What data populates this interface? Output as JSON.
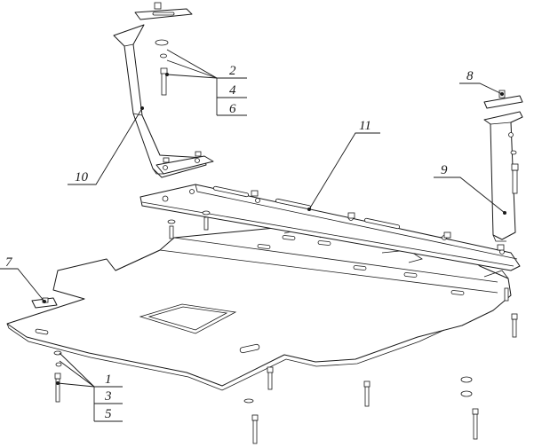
{
  "callouts": [
    {
      "id": "c1",
      "label": "1"
    },
    {
      "id": "c2",
      "label": "2"
    },
    {
      "id": "c3",
      "label": "3"
    },
    {
      "id": "c4",
      "label": "4"
    },
    {
      "id": "c5",
      "label": "5"
    },
    {
      "id": "c6",
      "label": "6"
    },
    {
      "id": "c7",
      "label": "7"
    },
    {
      "id": "c8",
      "label": "8"
    },
    {
      "id": "c9",
      "label": "9"
    },
    {
      "id": "c10",
      "label": "10"
    },
    {
      "id": "c11",
      "label": "11"
    }
  ],
  "colors": {
    "line": "#1a1a1a",
    "background": "#ffffff"
  }
}
